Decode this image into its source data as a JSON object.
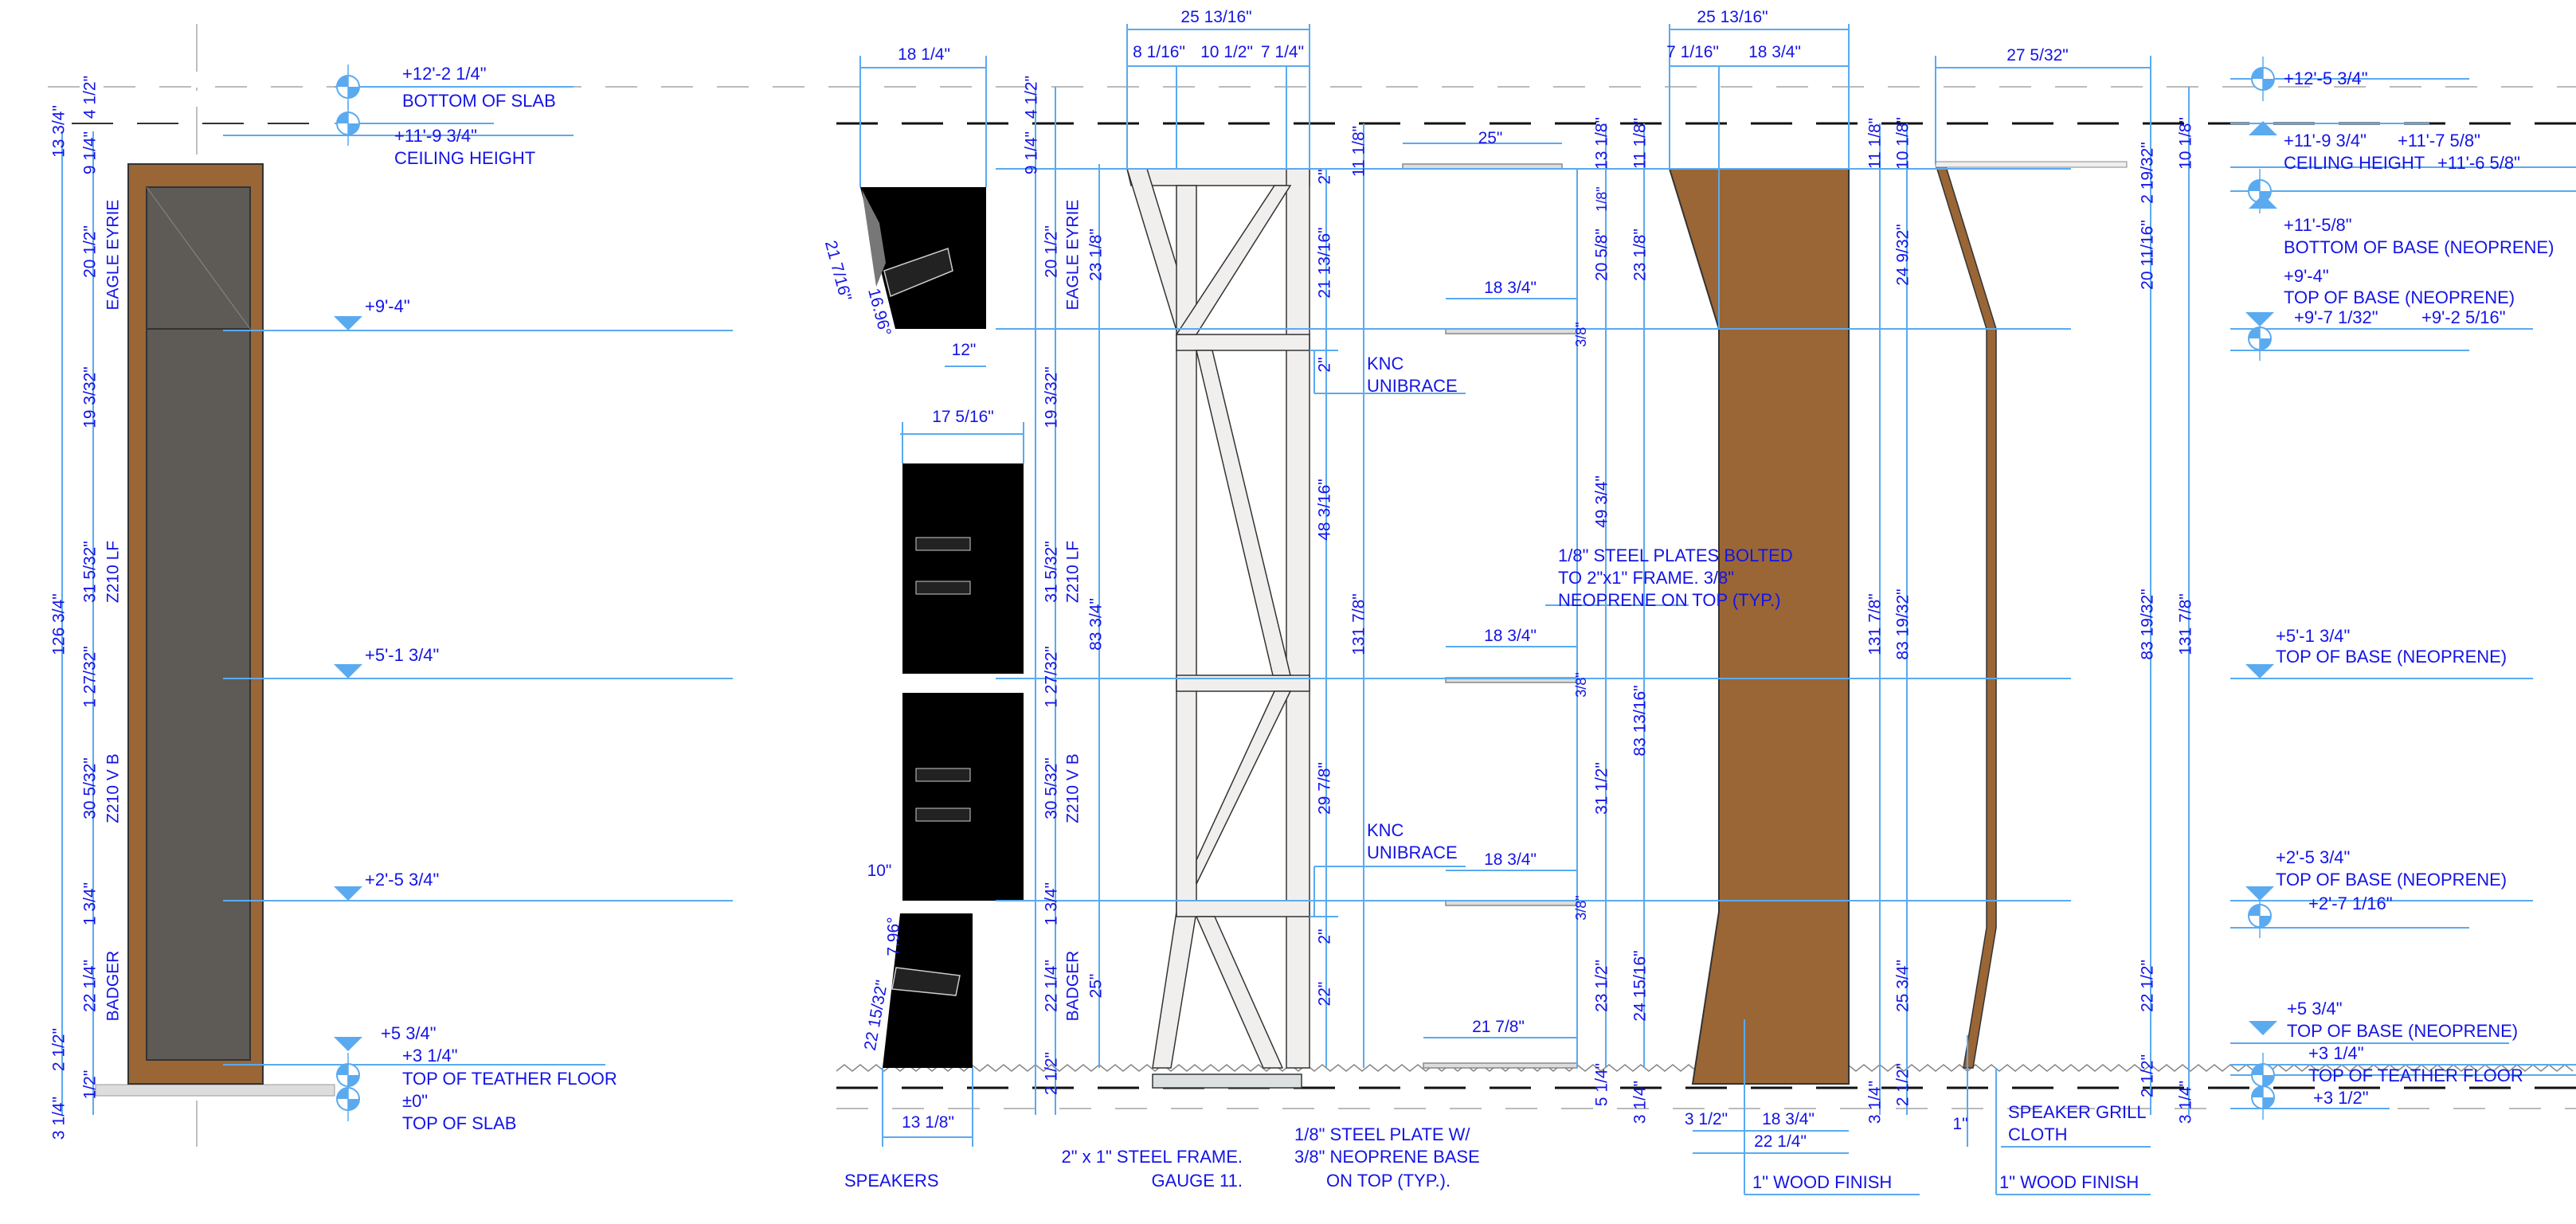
{
  "colors": {
    "annotation_text": "#1414e6",
    "dimension_line": "#5aaaf0",
    "wood": "#9a6636",
    "speaker": "#000000",
    "frame": "#f1eeee",
    "fabric": "#5e5b56"
  },
  "left_elevation": {
    "dims": [
      "13 3/4\"",
      "4 1/2\"",
      "9 1/4\"",
      "20 1/2\"",
      "126 3/4\"",
      "19 3/32\"",
      "31 5/32\"",
      "1 27/32\"",
      "30 5/32\"",
      "1 3/4\"",
      "22 1/4\"",
      "2 1/2\"",
      "3 1/4\"",
      "1/2\""
    ],
    "speaker_names": [
      "EAGLE EYRIE",
      "Z210 LF",
      "Z210 V B",
      "BADGER"
    ],
    "levels": [
      "+12'-2 1/4\"",
      "BOTTOM OF SLAB",
      "+11'-9 3/4\"",
      "CEILING HEIGHT",
      "+9'-4\"",
      "+5'-1 3/4\"",
      "+2'-5 3/4\"",
      "+5 3/4\"",
      "+3 1/4\"",
      "TOP OF TEATHER FLOOR",
      "±0\"",
      "TOP OF SLAB"
    ]
  },
  "speakers": {
    "dims": [
      "18 1/4\"",
      "21 7/16\"",
      "16.96°",
      "12\"",
      "17 5/16\"",
      "10\"",
      "7.96°",
      "22 15/32\"",
      "13 1/8\"",
      "4 1/2\"",
      "9 1/4\"",
      "20 1/2\"",
      "19 3/32\"",
      "31 5/32\"",
      "1 27/32\"",
      "30 5/32\"",
      "1 3/4\"",
      "22 1/4\"",
      "2 1/2\""
    ],
    "names": [
      "EAGLE EYRIE",
      "Z210 LF",
      "Z210 V B",
      "BADGER"
    ],
    "label": "SPEAKERS"
  },
  "frame": {
    "dims": [
      "25 13/16\"",
      "8 1/16\"",
      "10 1/2\"",
      "7 1/4\"",
      "23 1/8\"",
      "83 3/4\"",
      "25\"",
      "2\"",
      "21 13/16\"",
      "2\"",
      "48 3/16\"",
      "29 7/8\"",
      "2\"",
      "22\"",
      "11 1/8\"",
      "131 7/8\""
    ],
    "brace_labels": [
      "KNC",
      "UNIBRACE",
      "KNC",
      "UNIBRACE"
    ],
    "label_lines": [
      "2\" x 1\" STEEL FRAME.",
      "GAUGE 11."
    ]
  },
  "plates": {
    "dims": [
      "25\"",
      "18 3/4\"",
      "18 3/4\"",
      "18 3/4\"",
      "21 7/8\"",
      "3/8\"",
      "1/8\"",
      "3/8\"",
      "3/8\""
    ],
    "note_lines": [
      "1/8\" STEEL PLATES BOLTED",
      "TO 2\"x1\" FRAME. 3/8\"",
      "NEOPRENE ON TOP (TYP.)"
    ],
    "label_lines": [
      "1/8\" STEEL PLATE  W/",
      "3/8\" NEOPRENE BASE",
      "ON TOP (TYP.)."
    ],
    "column_dims": [
      "13 1/8\"",
      "20 5/8\"",
      "49 3/4\"",
      "31 1/2\"",
      "23 1/2\"",
      "11 1/8\"",
      "23 1/8\"",
      "83 13/16\"",
      "24 15/16\"",
      "5 1/4\"",
      "3 1/4\""
    ]
  },
  "wood_panel": {
    "dims": [
      "25 13/16\"",
      "7 1/16\"",
      "18 3/4\"",
      "3 1/2\"",
      "18 3/4\"",
      "22 1/4\"",
      "11 1/8\"",
      "24 9/32\"",
      "131 7/8\"",
      "83 19/32\"",
      "25 3/4\"",
      "10 1/8\"",
      "3 1/4\"",
      "2 1/2\""
    ],
    "label": "1\" WOOD FINISH"
  },
  "grill_panel": {
    "dims": [
      "27 5/32\"",
      "1\"",
      "2 19/32\"",
      "20 11/16\"",
      "83 19/32\"",
      "22 1/2\"",
      "2 1/2\"",
      "10 1/8\"",
      "131 7/8\"",
      "3 1/4\""
    ],
    "grill_label": [
      "SPEAKER GRILL",
      "CLOTH"
    ],
    "wood_label": "1\" WOOD FINISH"
  },
  "right_levels": [
    "+12'-5 3/4\"",
    "+11'-9 3/4\"",
    "+11'-7 5/8\"",
    "+11'-6 5/8\"",
    "CEILING HEIGHT",
    "+11'-5/8\"",
    "BOTTOM OF BASE (NEOPRENE)",
    "+9'-4\"",
    "TOP OF BASE (NEOPRENE)",
    "+9'-7 1/32\"",
    "+9'-2 5/16\"",
    "+5'-1 3/4\"",
    "TOP OF BASE (NEOPRENE)",
    "+2'-5 3/4\"",
    "TOP OF BASE (NEOPRENE)",
    "+2'-7 1/16\"",
    "+5 3/4\"",
    "TOP OF BASE (NEOPRENE)",
    "+3 1/4\"",
    "TOP OF TEATHER FLOOR",
    "+3 1/2\""
  ]
}
